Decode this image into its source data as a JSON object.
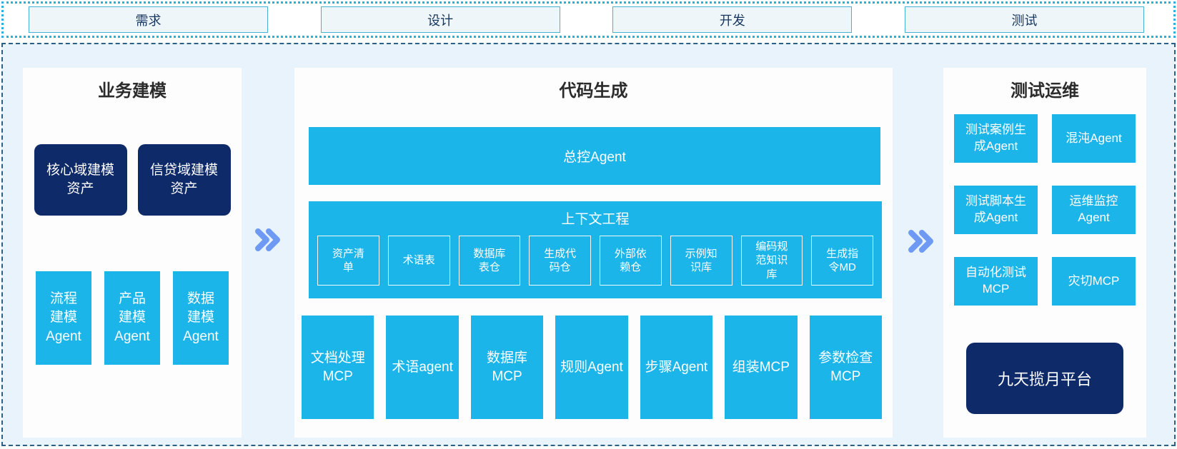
{
  "phases": [
    {
      "label": "需求"
    },
    {
      "label": "设计"
    },
    {
      "label": "开发"
    },
    {
      "label": "测试"
    }
  ],
  "business": {
    "title": "业务建模",
    "assets": [
      {
        "label": "核心域建模资产"
      },
      {
        "label": "信贷域建模资产"
      }
    ],
    "agents": [
      {
        "label": "流程建模Agent"
      },
      {
        "label": "产品建模Agent"
      },
      {
        "label": "数据建模Agent"
      }
    ]
  },
  "codegen": {
    "title": "代码生成",
    "master_agent": "总控Agent",
    "context": {
      "title": "上下文工程",
      "items": [
        {
          "label": "资产清单"
        },
        {
          "label": "术语表"
        },
        {
          "label": "数据库表仓"
        },
        {
          "label": "生成代码仓"
        },
        {
          "label": "外部依赖仓"
        },
        {
          "label": "示例知识库"
        },
        {
          "label": "编码规范知识库"
        },
        {
          "label": "生成指令MD"
        }
      ]
    },
    "workers": [
      {
        "label": "文档处理MCP"
      },
      {
        "label": "术语agent"
      },
      {
        "label": "数据库MCP"
      },
      {
        "label": "规则Agent"
      },
      {
        "label": "步骤Agent"
      },
      {
        "label": "组装MCP"
      },
      {
        "label": "参数检查MCP"
      }
    ]
  },
  "testops": {
    "title": "测试运维",
    "boxes": [
      {
        "label": "测试案例生成Agent"
      },
      {
        "label": "混沌Agent"
      },
      {
        "label": "测试脚本生成Agent"
      },
      {
        "label": "运维监控Agent"
      },
      {
        "label": "自动化测试MCP"
      },
      {
        "label": "灾切MCP"
      }
    ],
    "platform": "九天揽月平台"
  },
  "colors": {
    "cyan": "#1cb5e9",
    "navy": "#0e2a69",
    "band_background": "#e8f3fb",
    "phase_box_background": "#eff6fa",
    "phase_box_border": "#45b2d6",
    "dotted_border": "#29b3dc",
    "dashed_border": "#2c6187",
    "chevron": "#6e9af4"
  }
}
